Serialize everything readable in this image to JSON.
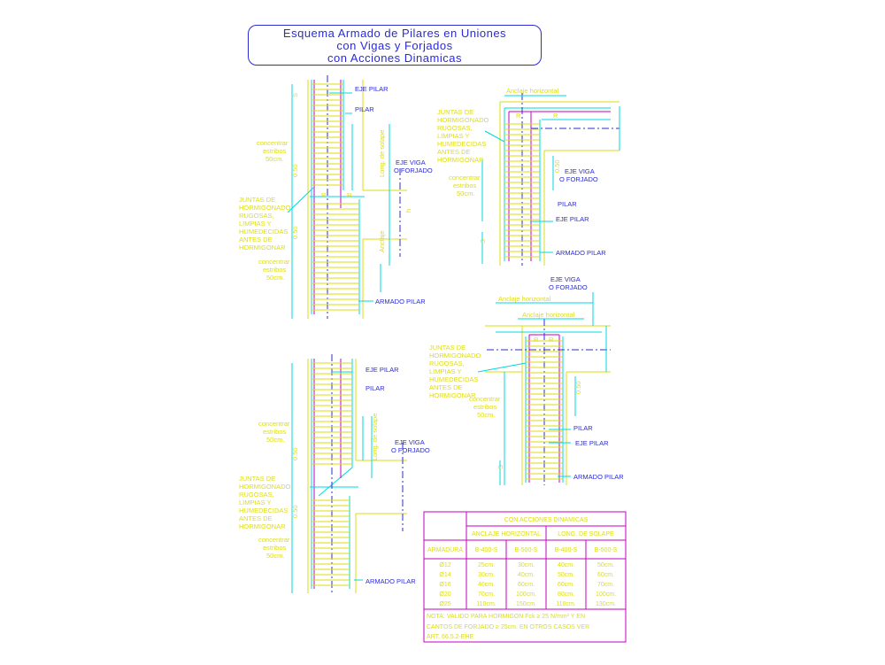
{
  "title": {
    "line1": "Esquema Armado de Pilares en Uniones",
    "line2": "con Vigas y Forjados",
    "line3": "con Acciones Dinamicas"
  },
  "labels": {
    "eje_pilar": "EJE PILAR",
    "pilar": "PILAR",
    "eje_viga_l1": "EJE VIGA",
    "eje_viga_l2": "O FORJADO",
    "armado_pilar": "ARMADO PILAR",
    "concentrar_l1": "concentrar",
    "concentrar_l2": "estribos",
    "concentrar_l3": "50cm.",
    "juntas_l1": "JUNTAS DE",
    "juntas_l2": "HORMIGONADO",
    "juntas_l3": "RUGOSAS,",
    "juntas_l4": "LIMPIAS Y",
    "juntas_l5": "HUMEDECIDAS",
    "juntas_l6": "ANTES DE",
    "juntas_l7": "HORMIGONAR",
    "anclaje_horizontal": "Anclaje horizontal",
    "long_solape": "Long. de solape",
    "anclaje": "Anclaje",
    "r": "R",
    "s": "S",
    "dim_050": "0.50",
    "dim_h": "h"
  },
  "table": {
    "title": "CON ACCIONES DINAMICAS",
    "group1": "ANCLAJE HORIZONTAL",
    "group2": "LONG. DE SOLAPE",
    "col0": "ARMADURA",
    "cols": [
      "B-400-S",
      "B-500-S",
      "B-400-S",
      "B-500-S"
    ],
    "rows": [
      [
        "Ø12",
        "25cm.",
        "30cm.",
        "40cm.",
        "50cm."
      ],
      [
        "Ø14",
        "30cm.",
        "40cm.",
        "50cm.",
        "60cm."
      ],
      [
        "Ø16",
        "40cm.",
        "60cm.",
        "60cm.",
        "70cm."
      ],
      [
        "Ø20",
        "70cm.",
        "100cm.",
        "80cm.",
        "100cm."
      ],
      [
        "Ø25",
        "110cm.",
        "150cm.",
        "110cm.",
        "130cm."
      ]
    ],
    "note1": "NOTA: VALIDO PARA HORMIGON Fck ≥ 25 N/mm² Y EN",
    "note2": "CANTOS DE FORJADO ≥ 25cm. EN OTROS CASOS VER",
    "note3": "ART. 66.5.2-EHE"
  }
}
